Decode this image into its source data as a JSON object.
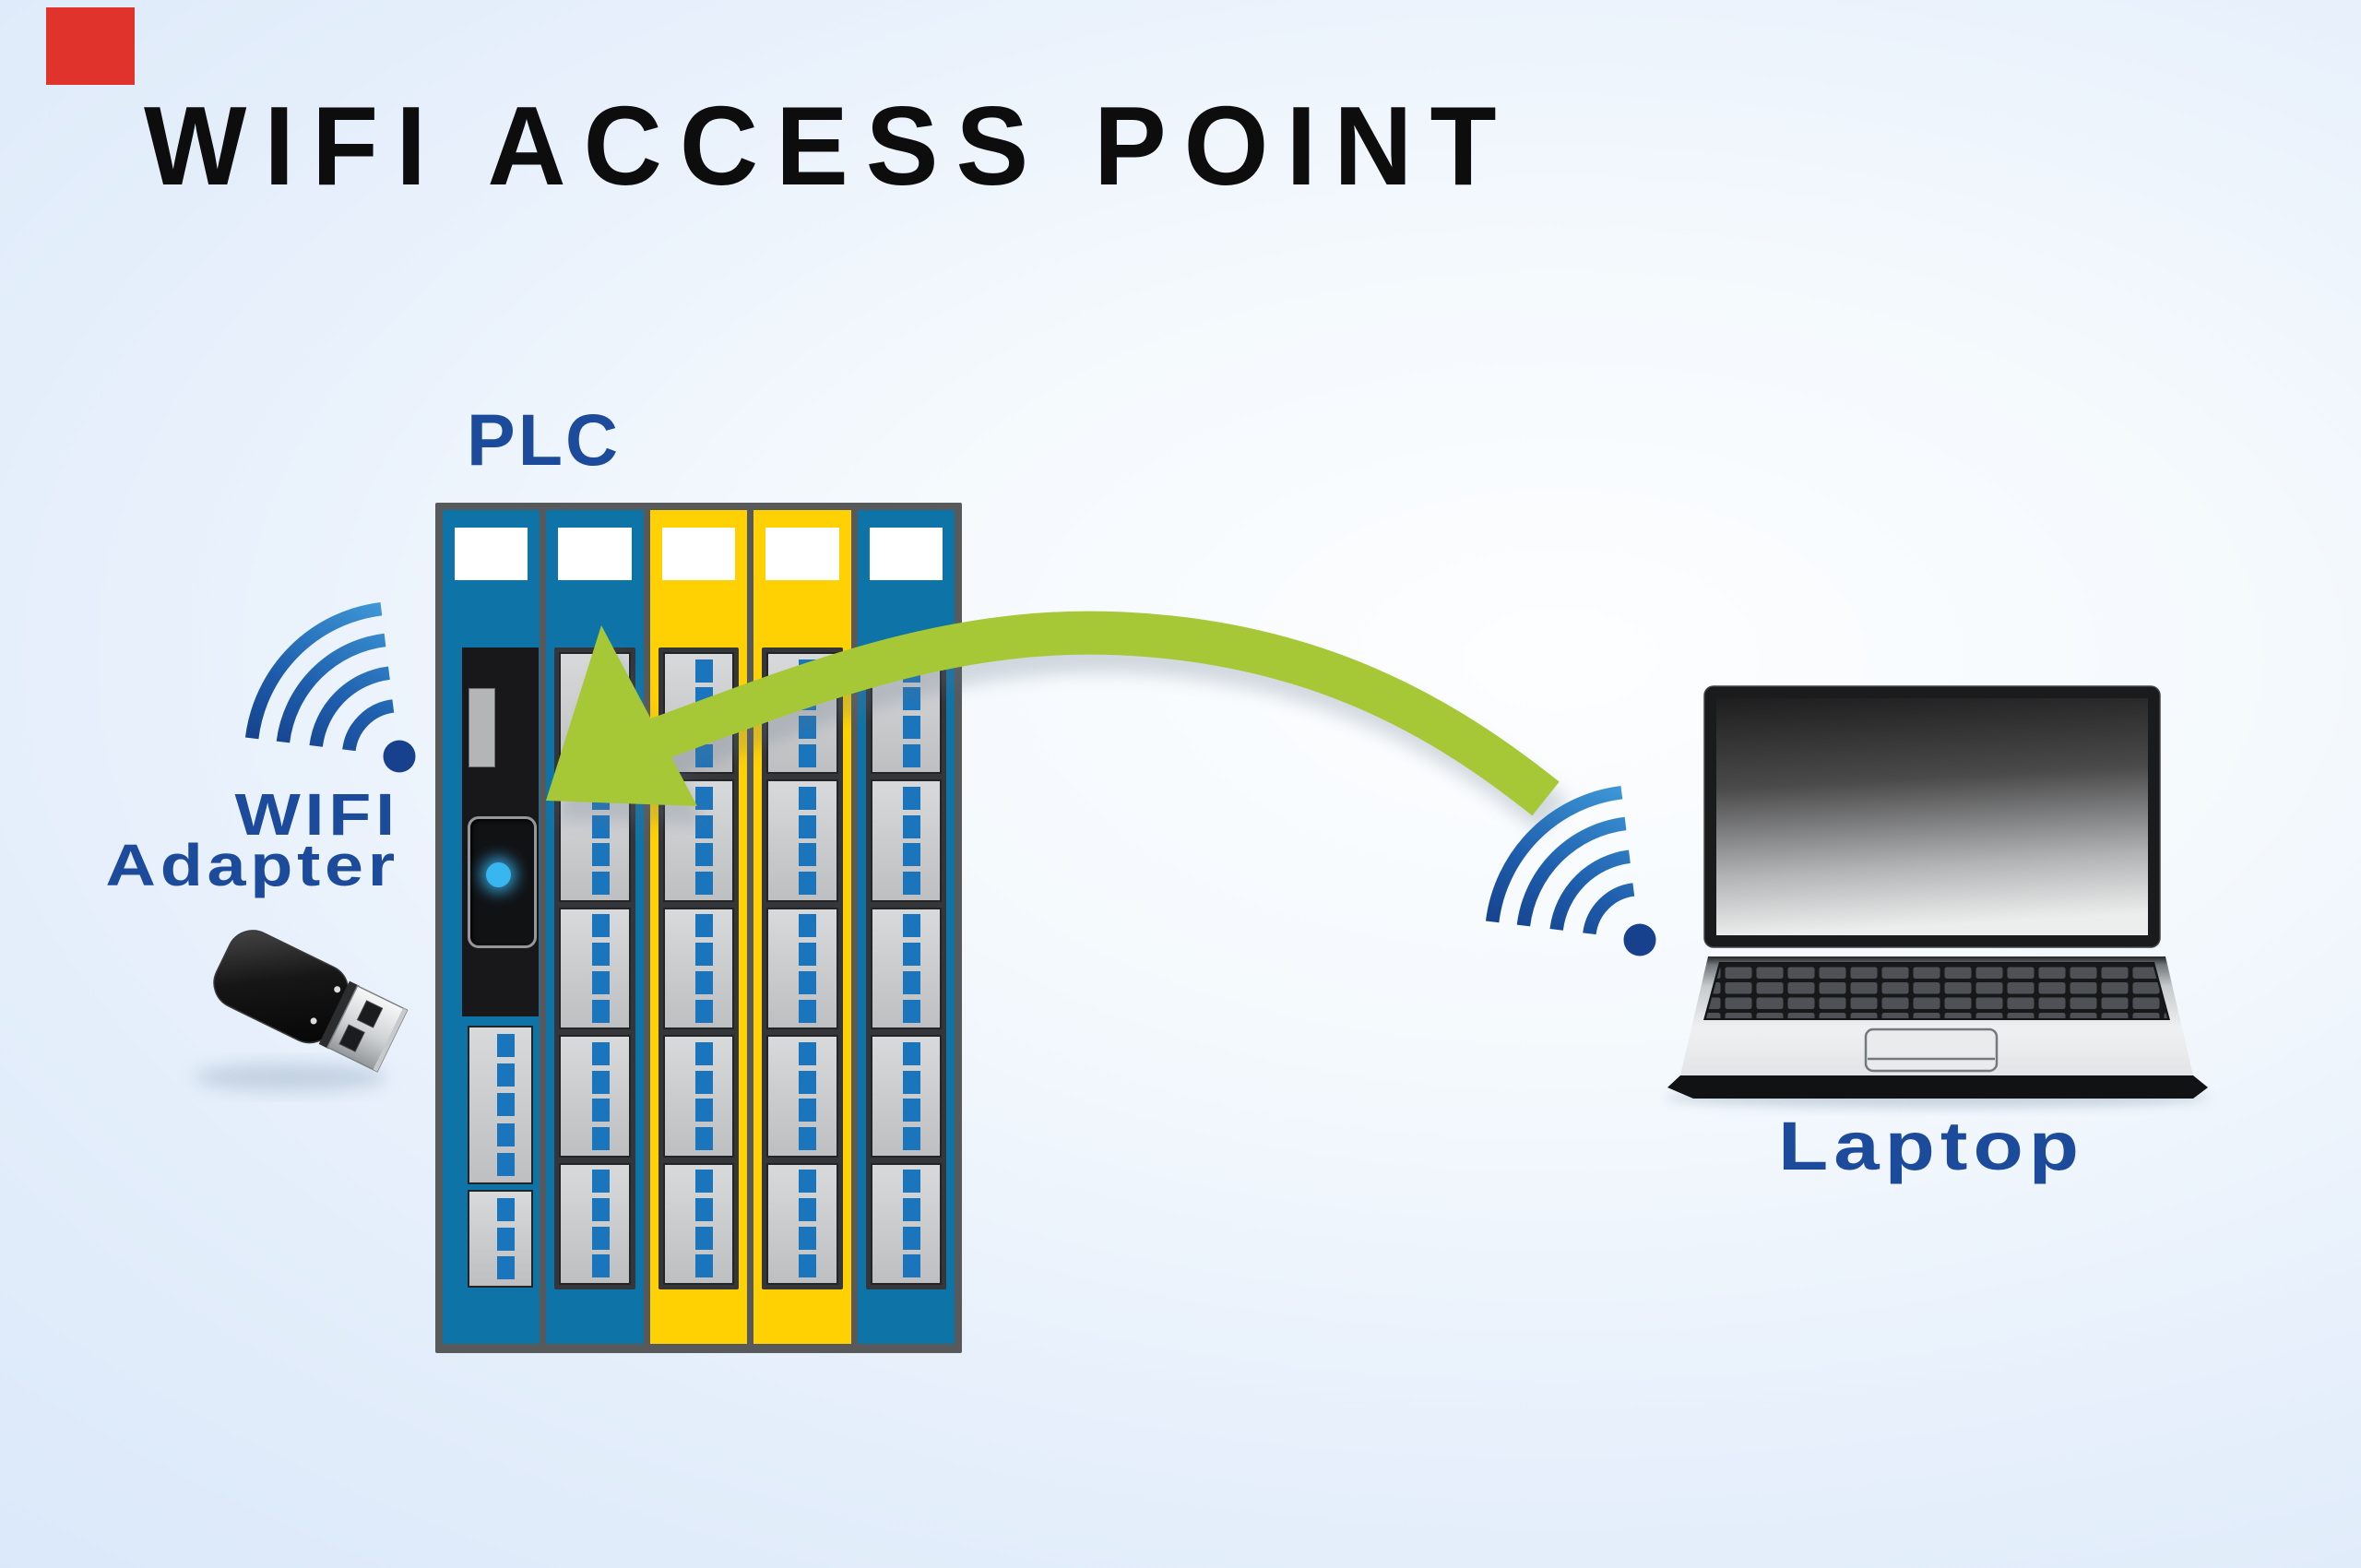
{
  "title": "WIFI ACCESS POINT",
  "plc": {
    "label": "PLC",
    "modules": [
      {
        "type": "cpu",
        "color": "#0e74a8"
      },
      {
        "type": "io",
        "color": "#0e74a8"
      },
      {
        "type": "io",
        "color": "#ffd103"
      },
      {
        "type": "io",
        "color": "#ffd103"
      },
      {
        "type": "io",
        "color": "#0e74a8"
      }
    ],
    "segments_per_io_module": 5,
    "pins_per_segment": 4,
    "cpu_terminal_pins": [
      5,
      3
    ]
  },
  "wifi_adapter": {
    "label_line1": "WIFI",
    "label_line2": "Adapter"
  },
  "laptop": {
    "label": "Laptop"
  },
  "icons": {
    "plc_wifi": "wifi-signal-icon",
    "laptop_wifi": "wifi-signal-icon",
    "dongle": "usb-wifi-dongle",
    "arrow": "wireless-connection-arrow",
    "marker": "red-marker"
  },
  "colors": {
    "marker_red": "#e0332c",
    "title_black": "#0d0d0d",
    "label_blue": "#1d4b9c",
    "frame_gray": "#58595b",
    "plc_blue": "#0e74a8",
    "plc_yellow": "#ffd103",
    "terminal_gray": "#c9cacc",
    "pin_blue": "#1b75bd",
    "led_cyan": "#38b6f0",
    "arrow_green": "#a6c836",
    "wifi_blue_light": "#3f9ad8",
    "wifi_blue_dark": "#143a82",
    "background_blue": "#d4e5f9"
  }
}
